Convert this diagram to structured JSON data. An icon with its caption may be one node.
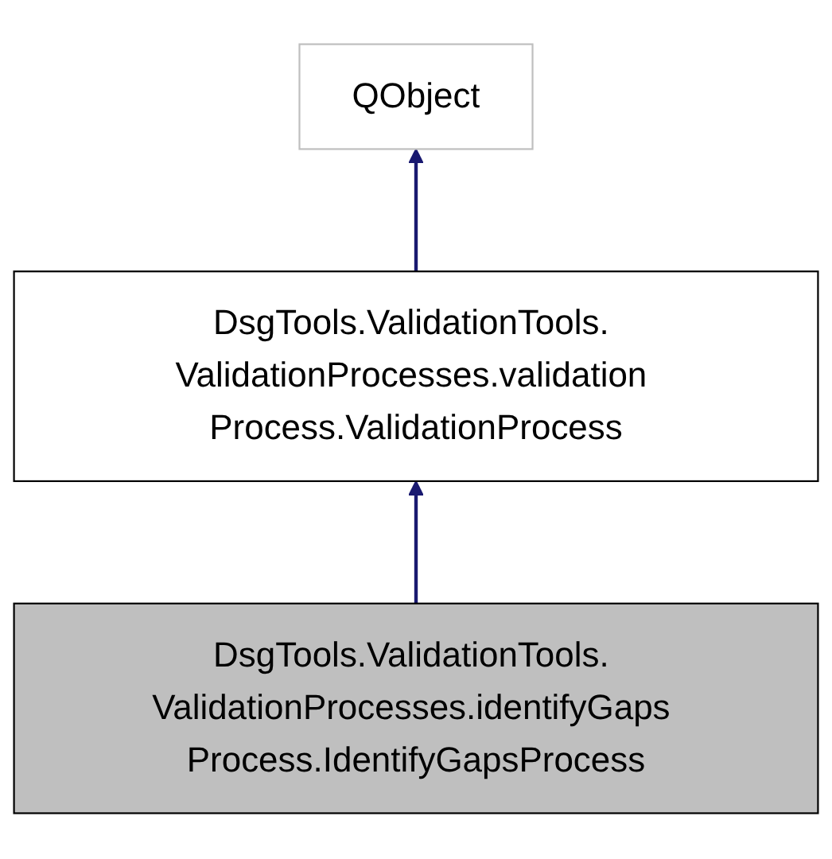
{
  "diagram": {
    "nodes": [
      {
        "text": [
          "QObject"
        ]
      },
      {
        "text": [
          "DsgTools.ValidationTools. ValidationProcesses.validation Process.ValidationProcess"
        ]
      },
      {
        "text": [
          "DsgTools.ValidationTools. ValidationProcesses.identifyGaps Process.IdentifyGapsProcess"
        ]
      }
    ],
    "edges": [
      {
        "from": 1,
        "to": 0,
        "arrow": "to",
        "color": "#191970"
      },
      {
        "from": 2,
        "to": 1,
        "arrow": "to",
        "color": "#191970"
      }
    ]
  }
}
